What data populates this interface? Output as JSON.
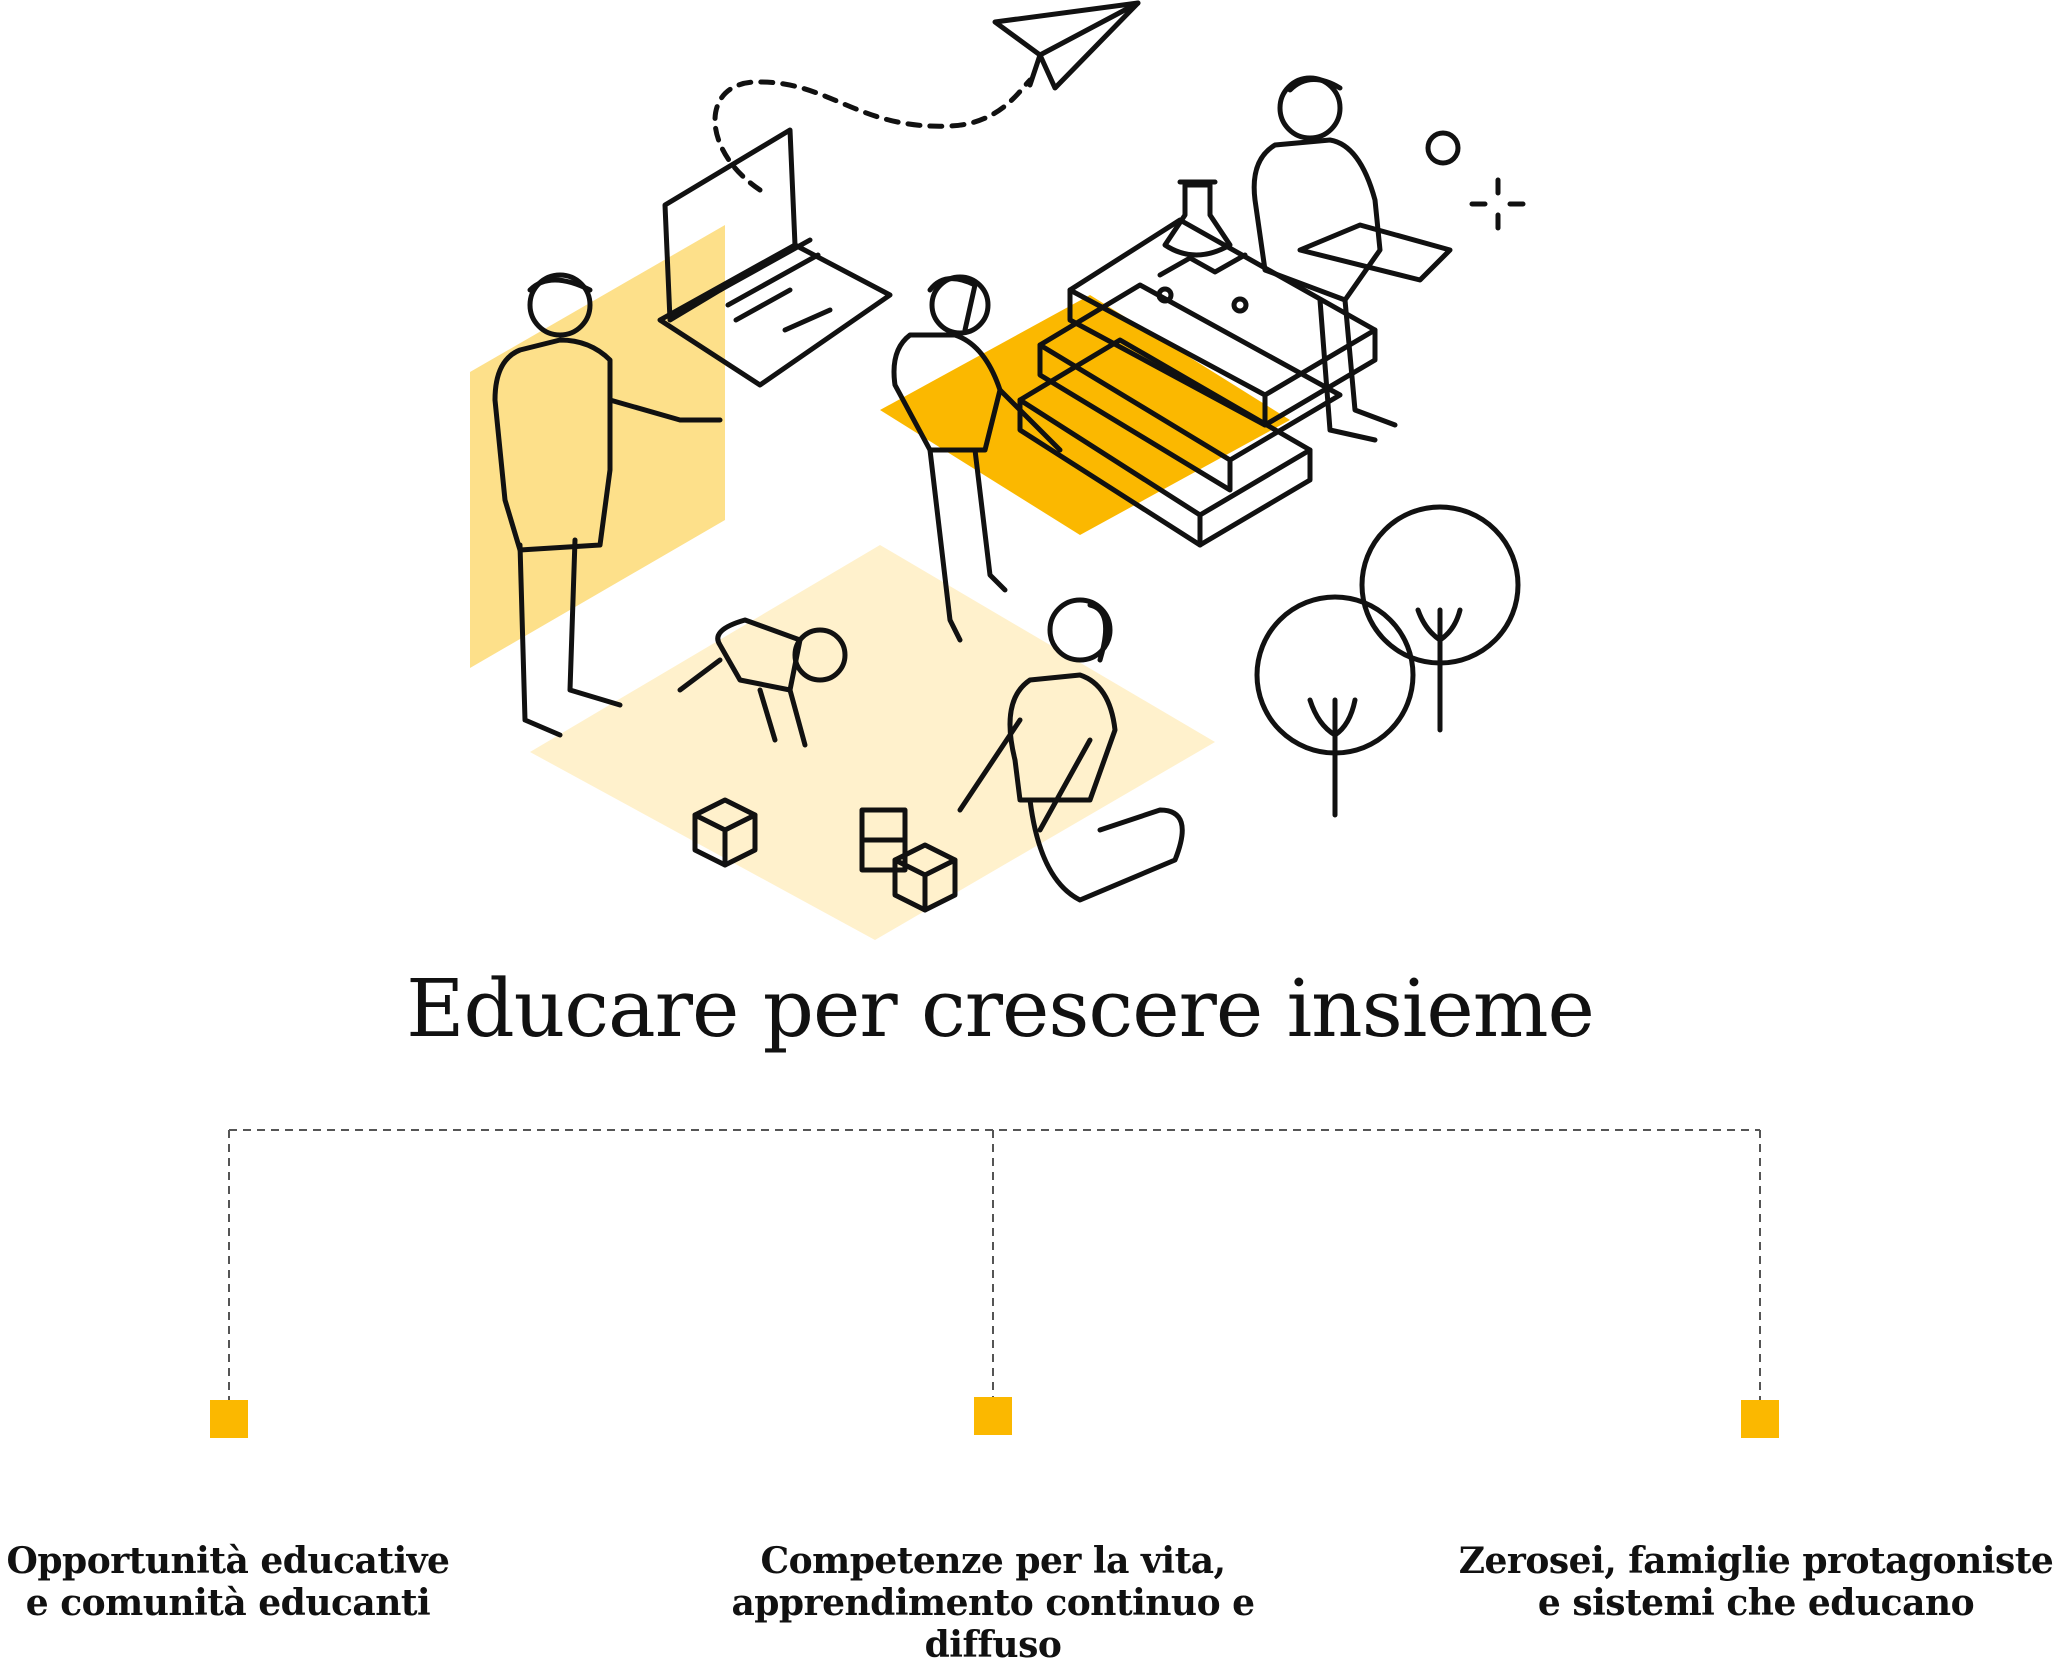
{
  "title": "Educare per crescere insieme",
  "colors": {
    "accent": "#fbb800",
    "accent_light": "#fde08a",
    "accent_pale": "#fff1cc",
    "ink": "#111111"
  },
  "icons": [
    "paper-plane-icon",
    "laptop-icon",
    "books-stack-icon",
    "flask-icon",
    "trees-icon",
    "toy-blocks-icon",
    "sparkle-icon"
  ],
  "branches": [
    {
      "line1": "Opportunità educative",
      "line2": "e comunità educanti"
    },
    {
      "line1": "Competenze per la vita,",
      "line2": "apprendimento continuo e diffuso"
    },
    {
      "line1": "Zerosei, famiglie protagoniste",
      "line2": "e sistemi che educano"
    }
  ]
}
